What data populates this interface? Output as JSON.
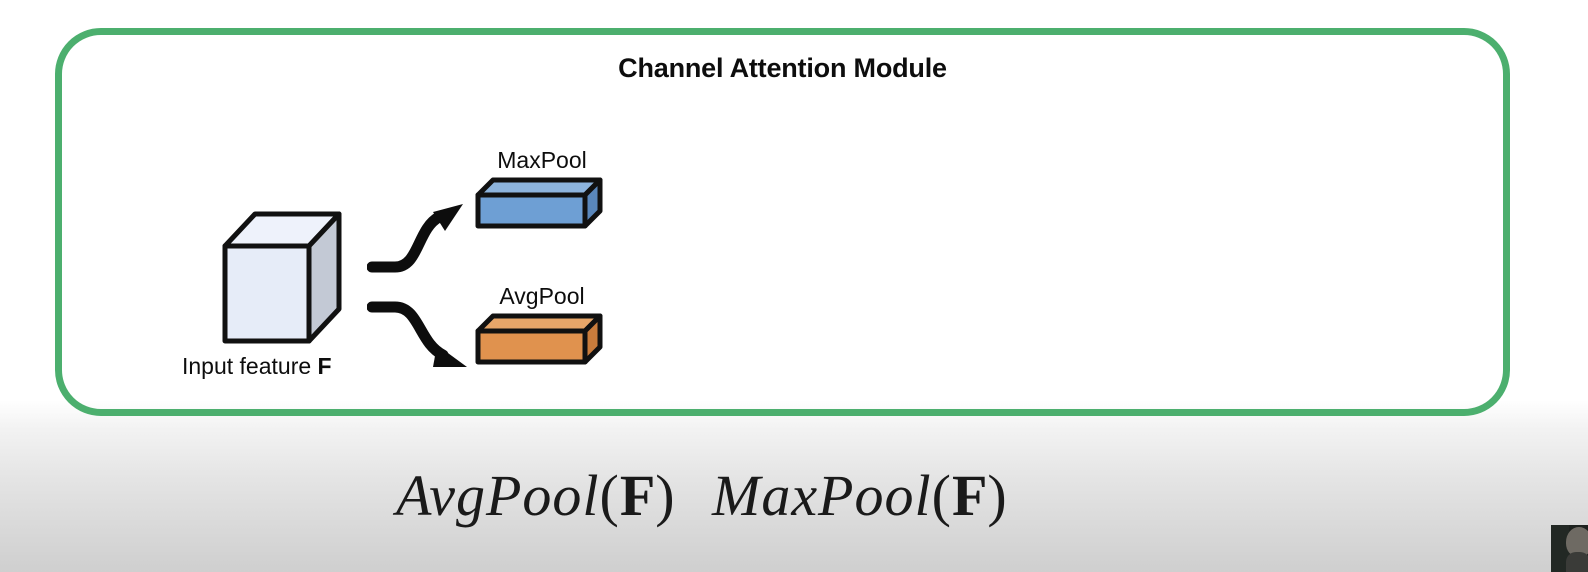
{
  "slide": {
    "background_top_color": "#ffffff",
    "background_bottom_color": "#cfcfcf"
  },
  "module": {
    "title": "Channel Attention Module",
    "border_color": "#4CAF6E",
    "input": {
      "label_prefix": "Input feature ",
      "label_symbol": "F",
      "cube_front_color": "#e6ecf8",
      "cube_top_color": "#eef2fb",
      "cube_side_color": "#c3c9d5",
      "outline_color": "#111111"
    },
    "branches": [
      {
        "name": "maxpool",
        "label": "MaxPool",
        "box_front_color": "#6e9fd4",
        "box_top_color": "#8db4dd",
        "box_side_color": "#5a87bb",
        "outline_color": "#111111",
        "arrow_direction": "up-right"
      },
      {
        "name": "avgpool",
        "label": "AvgPool",
        "box_front_color": "#e0924e",
        "box_top_color": "#e7a669",
        "box_side_color": "#c97c3c",
        "outline_color": "#111111",
        "arrow_direction": "down-right"
      }
    ]
  },
  "formulas": [
    {
      "name": "avgpool-formula",
      "func": "AvgPool",
      "open_paren": "(",
      "arg": "F",
      "close_paren": ")"
    },
    {
      "name": "maxpool-formula",
      "func": "MaxPool",
      "open_paren": "(",
      "arg": "F",
      "close_paren": ")"
    }
  ],
  "overlay": {
    "presenter_video_label": "presenter-webcam"
  }
}
